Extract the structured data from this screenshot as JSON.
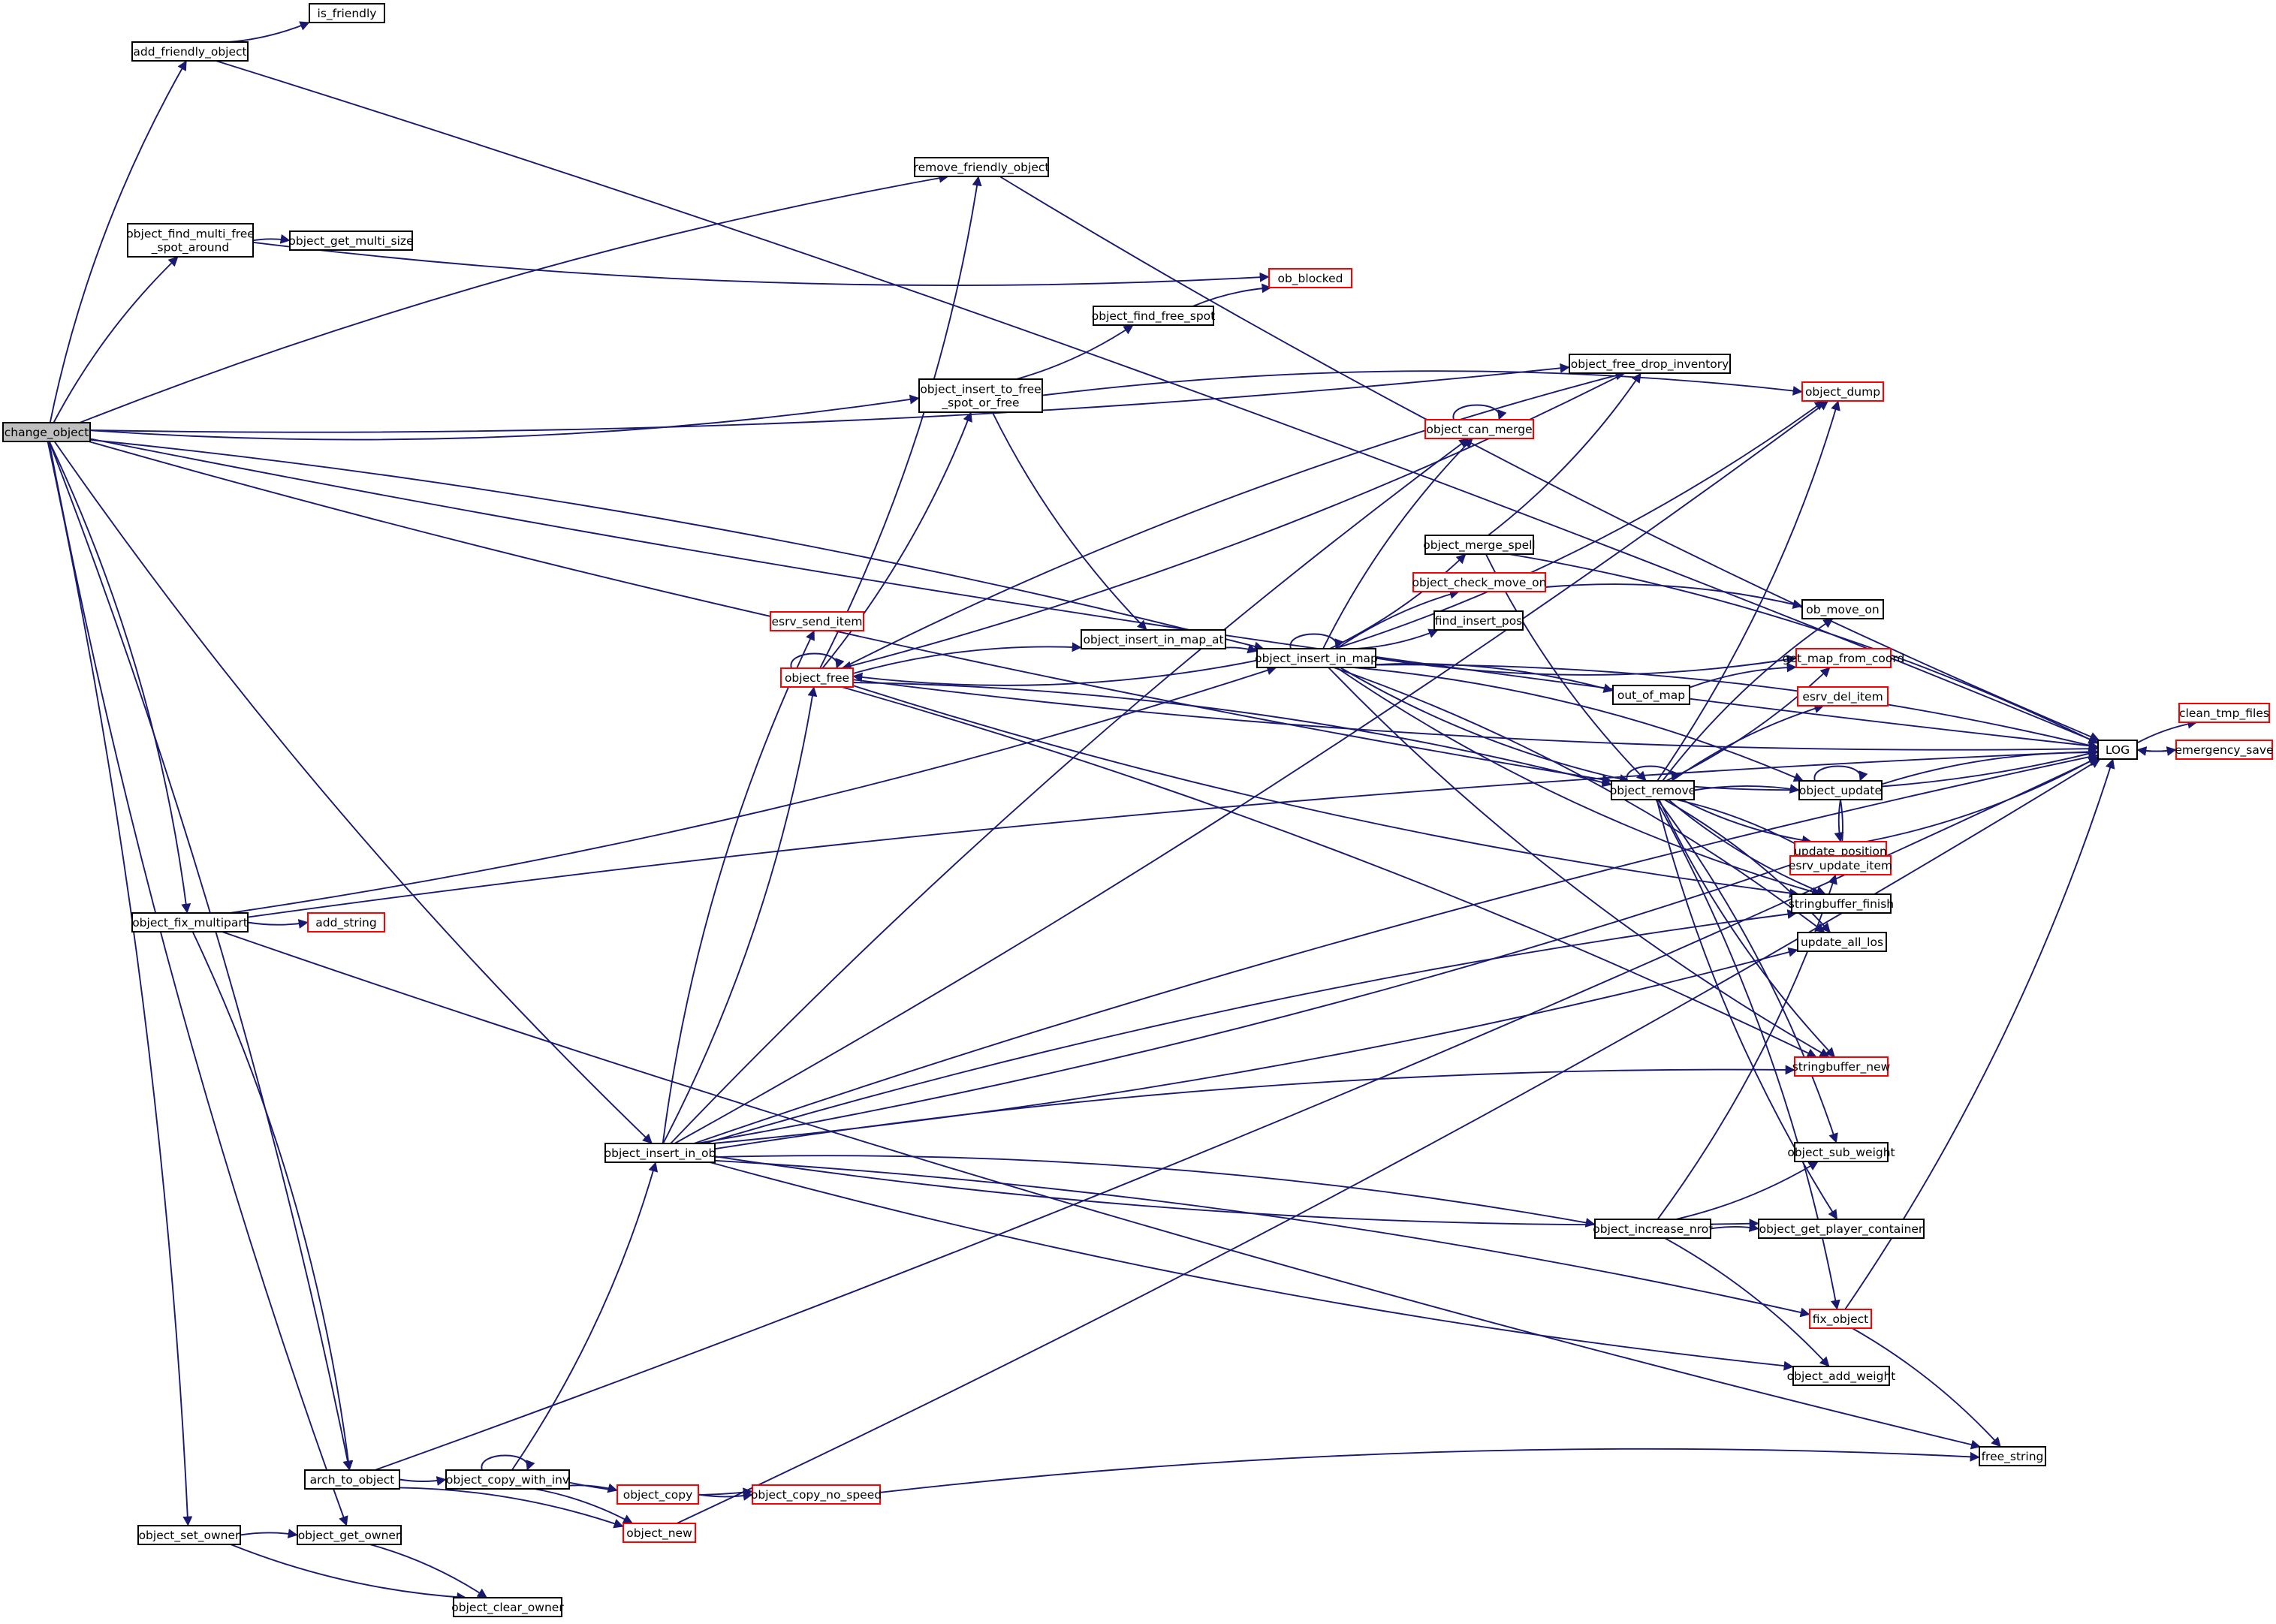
{
  "graph": {
    "colors": {
      "edge": "#191970",
      "node_border_default": "#000000",
      "node_border_truncated": "#ff0000",
      "node_fill": "#ffffff",
      "focus_fill": "#bfbfbf",
      "text": "#000000"
    },
    "arrow_style": "filled-triangle",
    "nodes": [
      {
        "id": "change_object",
        "label": [
          "change_object"
        ],
        "focus": true
      },
      {
        "id": "add_friendly_object",
        "label": [
          "add_friendly_object"
        ]
      },
      {
        "id": "is_friendly",
        "label": [
          "is_friendly"
        ]
      },
      {
        "id": "LOG",
        "label": [
          "LOG"
        ]
      },
      {
        "id": "remove_friendly_object",
        "label": [
          "remove_friendly_object"
        ]
      },
      {
        "id": "object_get_multi_size",
        "label": [
          "object_get_multi_size"
        ]
      },
      {
        "id": "object_find_multi_free_spot_around",
        "label": [
          "object_find_multi_free",
          "_spot_around"
        ]
      },
      {
        "id": "ob_blocked",
        "label": [
          "ob_blocked"
        ],
        "truncated": true
      },
      {
        "id": "object_find_free_spot",
        "label": [
          "object_find_free_spot"
        ]
      },
      {
        "id": "object_insert_to_free_spot_or_free",
        "label": [
          "object_insert_to_free",
          "_spot_or_free"
        ]
      },
      {
        "id": "object_free_drop_inventory",
        "label": [
          "object_free_drop_inventory"
        ]
      },
      {
        "id": "object_dump",
        "label": [
          "object_dump"
        ],
        "truncated": true
      },
      {
        "id": "object_can_merge",
        "label": [
          "object_can_merge"
        ],
        "truncated": true
      },
      {
        "id": "object_merge_spell",
        "label": [
          "object_merge_spell"
        ]
      },
      {
        "id": "object_check_move_on",
        "label": [
          "object_check_move_on"
        ],
        "truncated": true
      },
      {
        "id": "ob_move_on",
        "label": [
          "ob_move_on"
        ]
      },
      {
        "id": "find_insert_pos",
        "label": [
          "find_insert_pos"
        ]
      },
      {
        "id": "esrv_send_item",
        "label": [
          "esrv_send_item"
        ],
        "truncated": true
      },
      {
        "id": "object_insert_in_map_at",
        "label": [
          "object_insert_in_map_at"
        ]
      },
      {
        "id": "object_insert_in_map",
        "label": [
          "object_insert_in_map"
        ]
      },
      {
        "id": "get_map_from_coord",
        "label": [
          "get_map_from_coord"
        ],
        "truncated": true
      },
      {
        "id": "object_free",
        "label": [
          "object_free"
        ],
        "truncated": true
      },
      {
        "id": "out_of_map",
        "label": [
          "out_of_map"
        ]
      },
      {
        "id": "esrv_del_item",
        "label": [
          "esrv_del_item"
        ],
        "truncated": true
      },
      {
        "id": "clean_tmp_files",
        "label": [
          "clean_tmp_files"
        ],
        "truncated": true
      },
      {
        "id": "emergency_save",
        "label": [
          "emergency_save"
        ],
        "truncated": true
      },
      {
        "id": "object_remove",
        "label": [
          "object_remove"
        ]
      },
      {
        "id": "object_update",
        "label": [
          "object_update"
        ]
      },
      {
        "id": "update_position",
        "label": [
          "update_position"
        ],
        "truncated": true
      },
      {
        "id": "esrv_update_item",
        "label": [
          "esrv_update_item"
        ],
        "truncated": true
      },
      {
        "id": "stringbuffer_finish",
        "label": [
          "stringbuffer_finish"
        ]
      },
      {
        "id": "update_all_los",
        "label": [
          "update_all_los"
        ]
      },
      {
        "id": "object_fix_multipart",
        "label": [
          "object_fix_multipart"
        ]
      },
      {
        "id": "add_string",
        "label": [
          "add_string"
        ],
        "truncated": true
      },
      {
        "id": "stringbuffer_new",
        "label": [
          "stringbuffer_new"
        ],
        "truncated": true
      },
      {
        "id": "object_sub_weight",
        "label": [
          "object_sub_weight"
        ]
      },
      {
        "id": "object_insert_in_ob",
        "label": [
          "object_insert_in_ob"
        ]
      },
      {
        "id": "object_increase_nrof",
        "label": [
          "object_increase_nrof"
        ]
      },
      {
        "id": "object_get_player_container",
        "label": [
          "object_get_player_container"
        ]
      },
      {
        "id": "fix_object",
        "label": [
          "fix_object"
        ],
        "truncated": true
      },
      {
        "id": "object_add_weight",
        "label": [
          "object_add_weight"
        ]
      },
      {
        "id": "free_string",
        "label": [
          "free_string"
        ]
      },
      {
        "id": "arch_to_object",
        "label": [
          "arch_to_object"
        ]
      },
      {
        "id": "object_copy_with_inv",
        "label": [
          "object_copy_with_inv"
        ]
      },
      {
        "id": "object_copy",
        "label": [
          "object_copy"
        ],
        "truncated": true
      },
      {
        "id": "object_copy_no_speed",
        "label": [
          "object_copy_no_speed"
        ],
        "truncated": true
      },
      {
        "id": "object_new",
        "label": [
          "object_new"
        ],
        "truncated": true
      },
      {
        "id": "object_set_owner",
        "label": [
          "object_set_owner"
        ]
      },
      {
        "id": "object_get_owner",
        "label": [
          "object_get_owner"
        ]
      },
      {
        "id": "object_clear_owner",
        "label": [
          "object_clear_owner"
        ]
      }
    ],
    "edges": [
      [
        "change_object",
        "add_friendly_object"
      ],
      [
        "change_object",
        "LOG"
      ],
      [
        "change_object",
        "remove_friendly_object"
      ],
      [
        "change_object",
        "object_free_drop_inventory"
      ],
      [
        "change_object",
        "object_find_multi_free_spot_around"
      ],
      [
        "change_object",
        "object_insert_to_free_spot_or_free"
      ],
      [
        "change_object",
        "object_insert_in_map"
      ],
      [
        "change_object",
        "object_remove"
      ],
      [
        "change_object",
        "object_fix_multipart"
      ],
      [
        "change_object",
        "object_insert_in_ob"
      ],
      [
        "change_object",
        "arch_to_object"
      ],
      [
        "change_object",
        "object_get_owner"
      ],
      [
        "change_object",
        "object_set_owner"
      ],
      [
        "add_friendly_object",
        "is_friendly"
      ],
      [
        "add_friendly_object",
        "LOG"
      ],
      [
        "remove_friendly_object",
        "LOG"
      ],
      [
        "object_find_multi_free_spot_around",
        "object_get_multi_size"
      ],
      [
        "object_find_multi_free_spot_around",
        "ob_blocked"
      ],
      [
        "object_find_free_spot",
        "ob_blocked"
      ],
      [
        "object_insert_to_free_spot_or_free",
        "object_find_free_spot"
      ],
      [
        "object_insert_to_free_spot_or_free",
        "object_dump"
      ],
      [
        "object_insert_to_free_spot_or_free",
        "object_insert_in_map_at"
      ],
      [
        "object_free_drop_inventory",
        "object_free"
      ],
      [
        "object_merge_spell",
        "object_free_drop_inventory"
      ],
      [
        "object_merge_spell",
        "LOG"
      ],
      [
        "object_merge_spell",
        "object_remove"
      ],
      [
        "object_check_move_on",
        "ob_move_on"
      ],
      [
        "object_can_merge",
        "object_can_merge"
      ],
      [
        "object_insert_in_map_at",
        "object_insert_in_map"
      ],
      [
        "object_insert_in_map",
        "object_insert_in_map"
      ],
      [
        "object_insert_in_map",
        "object_can_merge"
      ],
      [
        "object_insert_in_map",
        "object_dump"
      ],
      [
        "object_insert_in_map",
        "LOG"
      ],
      [
        "object_insert_in_map",
        "object_merge_spell"
      ],
      [
        "object_insert_in_map",
        "object_check_move_on"
      ],
      [
        "object_insert_in_map",
        "find_insert_pos"
      ],
      [
        "object_insert_in_map",
        "object_free"
      ],
      [
        "object_insert_in_map",
        "get_map_from_coord"
      ],
      [
        "object_insert_in_map",
        "out_of_map"
      ],
      [
        "object_insert_in_map",
        "object_remove"
      ],
      [
        "object_insert_in_map",
        "object_update"
      ],
      [
        "object_insert_in_map",
        "stringbuffer_finish"
      ],
      [
        "object_insert_in_map",
        "update_all_los"
      ],
      [
        "object_insert_in_map",
        "stringbuffer_new"
      ],
      [
        "out_of_map",
        "get_map_from_coord"
      ],
      [
        "object_free",
        "object_free"
      ],
      [
        "object_free",
        "object_free_drop_inventory"
      ],
      [
        "object_free",
        "object_insert_to_free_spot_or_free"
      ],
      [
        "object_free",
        "object_insert_in_map_at"
      ],
      [
        "object_free",
        "remove_friendly_object"
      ],
      [
        "object_free",
        "object_remove"
      ],
      [
        "object_free",
        "stringbuffer_finish"
      ],
      [
        "object_free",
        "stringbuffer_new"
      ],
      [
        "object_free",
        "LOG"
      ],
      [
        "object_remove",
        "object_remove"
      ],
      [
        "object_remove",
        "object_dump"
      ],
      [
        "object_remove",
        "ob_move_on"
      ],
      [
        "object_remove",
        "get_map_from_coord"
      ],
      [
        "object_remove",
        "esrv_del_item"
      ],
      [
        "object_remove",
        "LOG"
      ],
      [
        "object_remove",
        "object_update"
      ],
      [
        "object_remove",
        "update_position"
      ],
      [
        "object_remove",
        "esrv_update_item"
      ],
      [
        "object_remove",
        "stringbuffer_finish"
      ],
      [
        "object_remove",
        "update_all_los"
      ],
      [
        "object_remove",
        "stringbuffer_new"
      ],
      [
        "object_remove",
        "object_sub_weight"
      ],
      [
        "object_remove",
        "object_get_player_container"
      ],
      [
        "object_remove",
        "fix_object"
      ],
      [
        "object_update",
        "object_update"
      ],
      [
        "object_update",
        "LOG"
      ],
      [
        "object_update",
        "update_position"
      ],
      [
        "object_update",
        "esrv_update_item"
      ],
      [
        "update_position",
        "LOG"
      ],
      [
        "LOG",
        "clean_tmp_files"
      ],
      [
        "LOG",
        "emergency_save"
      ],
      [
        "emergency_save",
        "LOG"
      ],
      [
        "object_fix_multipart",
        "add_string"
      ],
      [
        "object_fix_multipart",
        "LOG"
      ],
      [
        "object_fix_multipart",
        "object_insert_in_map"
      ],
      [
        "object_fix_multipart",
        "arch_to_object"
      ],
      [
        "object_fix_multipart",
        "free_string"
      ],
      [
        "object_insert_in_ob",
        "object_can_merge"
      ],
      [
        "object_insert_in_ob",
        "object_dump"
      ],
      [
        "object_insert_in_ob",
        "esrv_send_item"
      ],
      [
        "object_insert_in_ob",
        "object_free"
      ],
      [
        "object_insert_in_ob",
        "stringbuffer_finish"
      ],
      [
        "object_insert_in_ob",
        "update_all_los"
      ],
      [
        "object_insert_in_ob",
        "stringbuffer_new"
      ],
      [
        "object_insert_in_ob",
        "update_position"
      ],
      [
        "object_insert_in_ob",
        "object_increase_nrof"
      ],
      [
        "object_insert_in_ob",
        "object_get_player_container"
      ],
      [
        "object_insert_in_ob",
        "fix_object"
      ],
      [
        "object_insert_in_ob",
        "object_add_weight"
      ],
      [
        "object_insert_in_ob",
        "LOG"
      ],
      [
        "object_increase_nrof",
        "object_sub_weight"
      ],
      [
        "object_increase_nrof",
        "object_get_player_container"
      ],
      [
        "object_increase_nrof",
        "esrv_update_item"
      ],
      [
        "object_increase_nrof",
        "object_add_weight"
      ],
      [
        "fix_object",
        "LOG"
      ],
      [
        "fix_object",
        "free_string"
      ],
      [
        "arch_to_object",
        "object_copy_with_inv"
      ],
      [
        "arch_to_object",
        "object_new"
      ],
      [
        "arch_to_object",
        "LOG"
      ],
      [
        "object_copy_with_inv",
        "object_copy_with_inv"
      ],
      [
        "object_copy_with_inv",
        "object_insert_in_ob"
      ],
      [
        "object_copy_with_inv",
        "object_copy"
      ],
      [
        "object_copy_with_inv",
        "object_copy_no_speed"
      ],
      [
        "object_copy_with_inv",
        "object_new"
      ],
      [
        "object_copy",
        "object_copy_no_speed"
      ],
      [
        "object_copy_no_speed",
        "free_string"
      ],
      [
        "object_new",
        "LOG"
      ],
      [
        "object_set_owner",
        "object_get_owner"
      ],
      [
        "object_set_owner",
        "object_clear_owner"
      ],
      [
        "object_get_owner",
        "object_clear_owner"
      ]
    ]
  }
}
